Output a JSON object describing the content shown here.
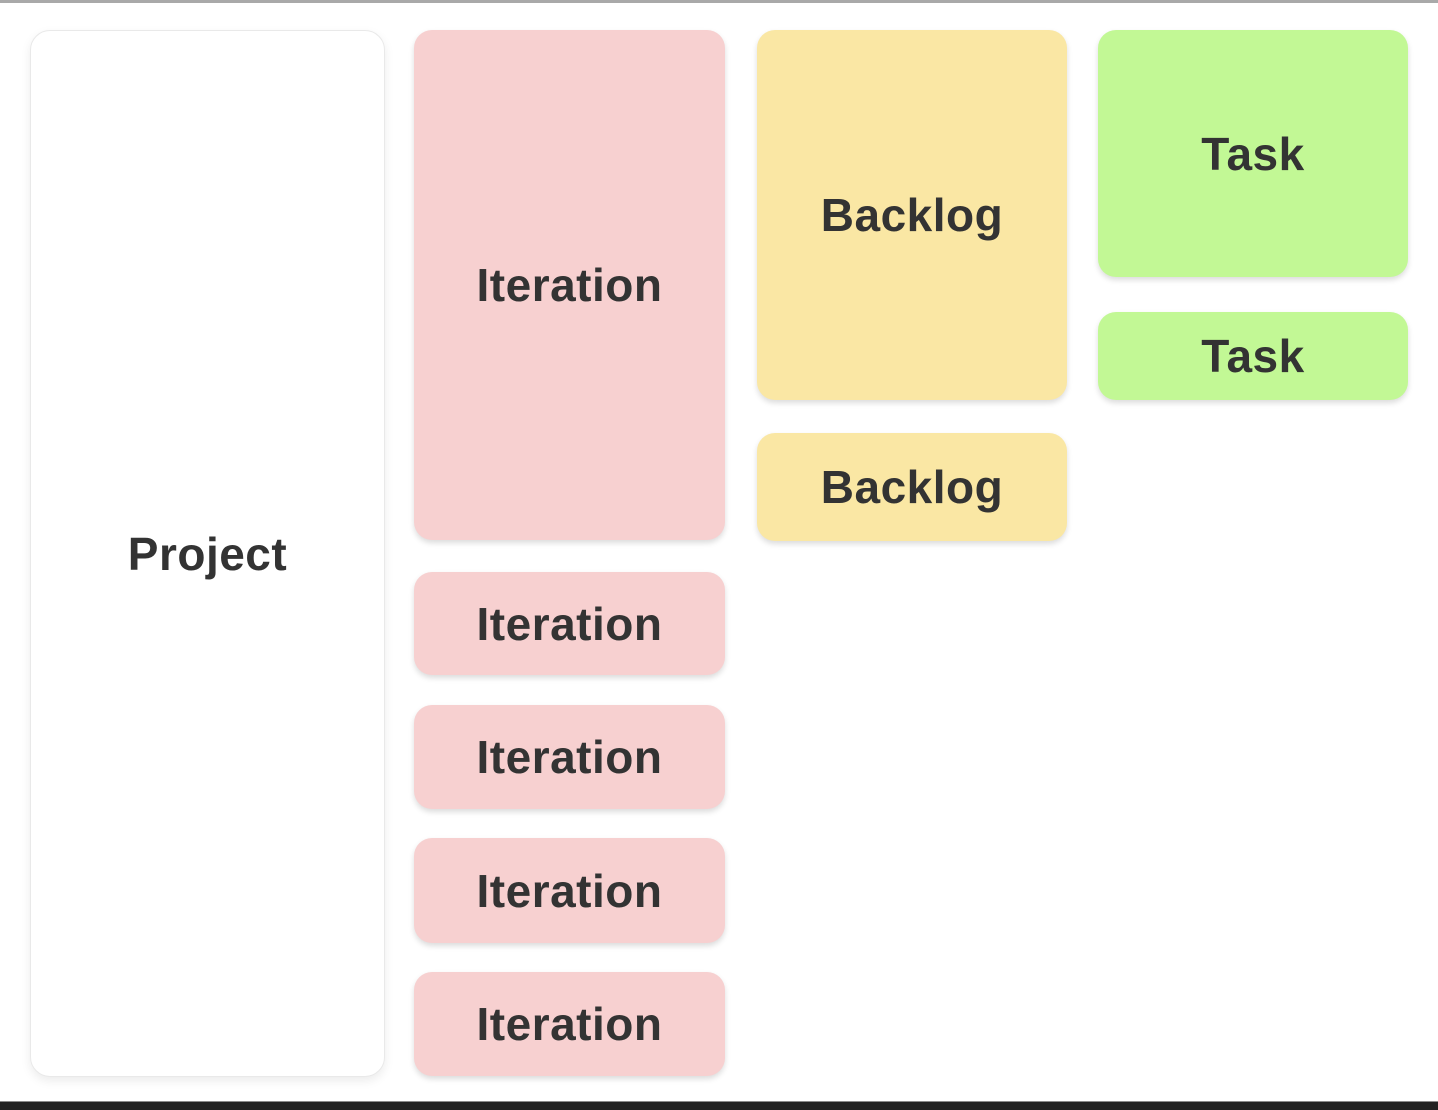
{
  "colors": {
    "background": "#ffffff",
    "top_border": "#a9a9a9",
    "bottom_border": "#222222",
    "project_fill": "#ffffff",
    "project_border": "#e9e9e9",
    "iteration_fill": "#f7d0d0",
    "backlog_fill": "#fae7a4",
    "task_fill": "#c2f895",
    "label_text": "#333333"
  },
  "cards": {
    "project": {
      "label": "Project"
    },
    "iteration_large": {
      "label": "Iteration"
    },
    "iteration_small": [
      "Iteration",
      "Iteration",
      "Iteration",
      "Iteration"
    ],
    "backlog_large": {
      "label": "Backlog"
    },
    "backlog_small": {
      "label": "Backlog"
    },
    "task_large": {
      "label": "Task"
    },
    "task_small": {
      "label": "Task"
    }
  }
}
